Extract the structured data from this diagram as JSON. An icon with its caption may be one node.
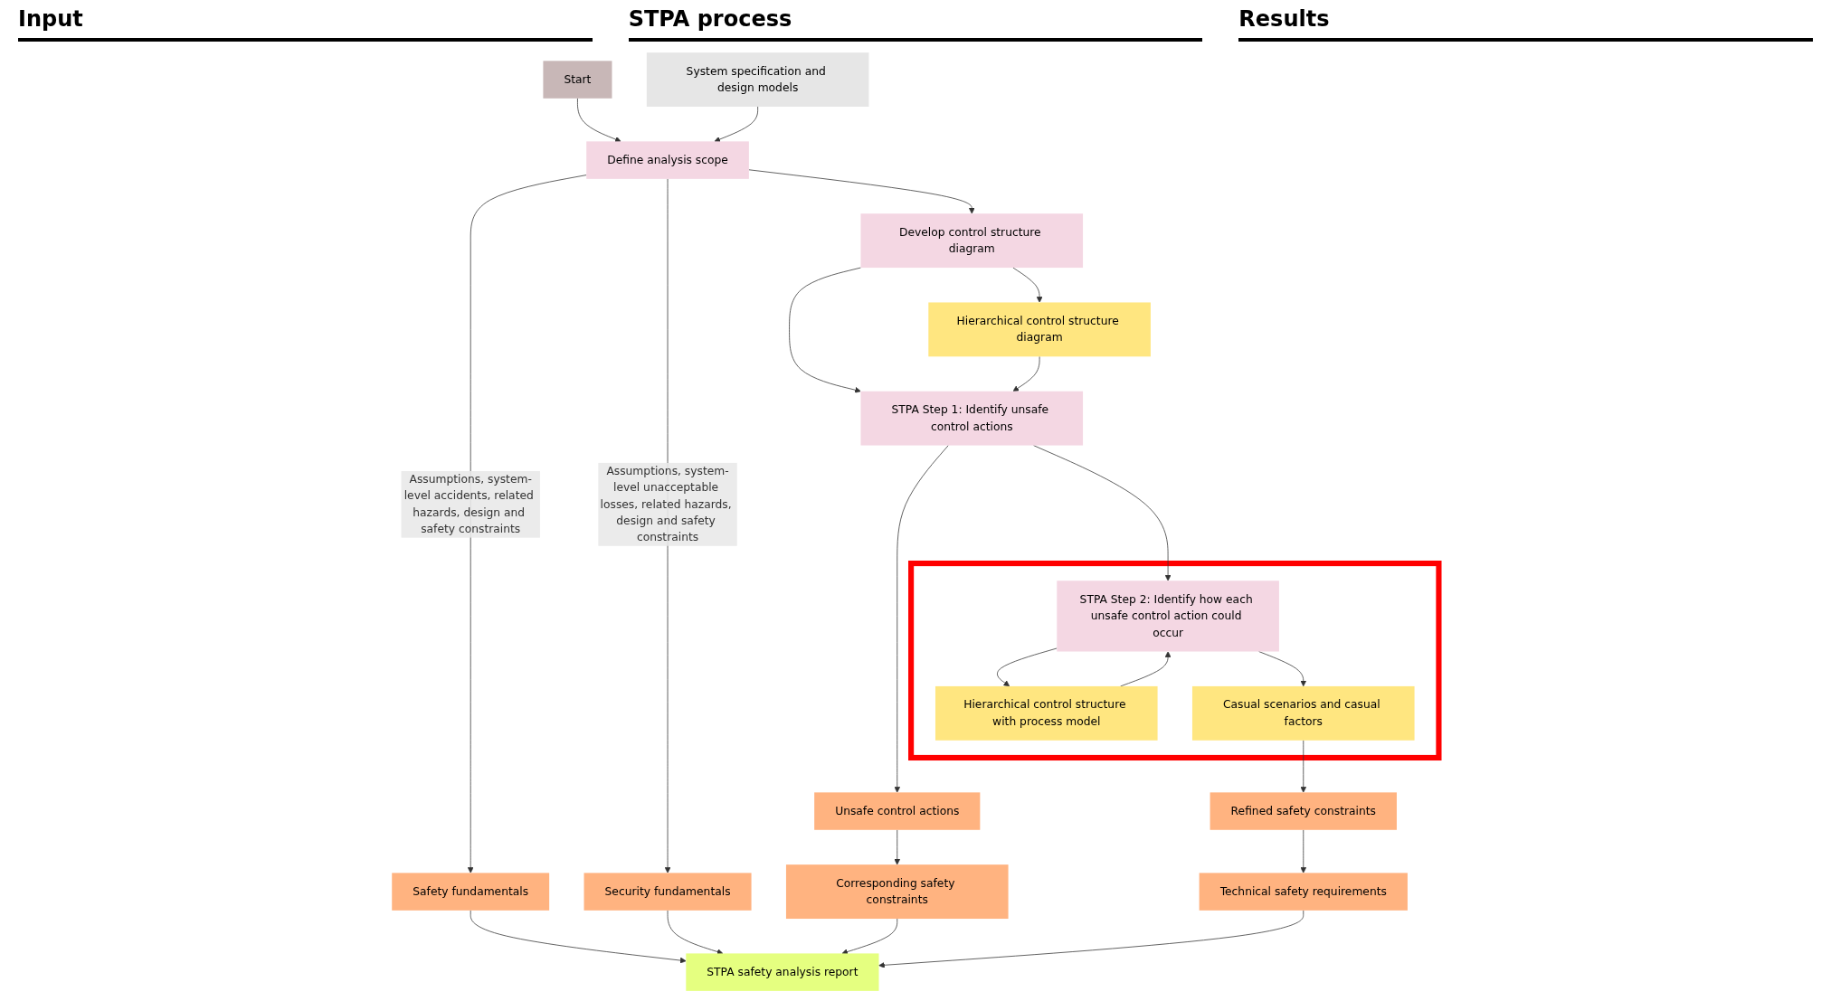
{
  "diagram": {
    "nodes": [
      {
        "text": [
          "Start"
        ]
      },
      {
        "text": [
          "System specification and design models"
        ]
      },
      {
        "text": [
          "Define analysis scope"
        ]
      },
      {
        "text": [
          "Safety fundamentals"
        ]
      },
      {
        "text": [
          "Security fundamentals"
        ]
      },
      {
        "text": [
          "Develop control structure diagram"
        ]
      },
      {
        "text": [
          "Hierarchical control structure diagram"
        ]
      },
      {
        "text": [
          "STPA Step 1: Identify unsafe control actions"
        ]
      },
      {
        "text": [
          "Unsafe control actions"
        ]
      },
      {
        "text": [
          "Corresponding safety constraints"
        ]
      },
      {
        "text": [
          "STPA safety analysis report"
        ]
      },
      {
        "text": [],
        "shape": "box"
      },
      {
        "text": [
          "STPA Step 2: Identify how each unsafe control action could occur"
        ],
        "in": 11
      },
      {
        "text": [
          "Hierarchical control structure with process model"
        ],
        "in": 11
      },
      {
        "text": [
          "Casual scenarios and casual factors"
        ],
        "in": 11
      },
      {
        "text": [
          "Refined safety constraints"
        ]
      },
      {
        "text": [
          "Technical safety requirements"
        ]
      }
    ],
    "edges": [
      {
        "from": 0,
        "to": 2,
        "arrow": "to"
      },
      {
        "from": 1,
        "to": 2,
        "arrow": "to"
      },
      {
        "from": 2,
        "to": 3,
        "arrow": "to",
        "label": "Assumptions, system-level accidents, related hazards, design and safety constraints"
      },
      {
        "from": 2,
        "to": 4,
        "arrow": "to",
        "label": "Assumptions, system-level unacceptable losses, related hazards, design and safety constraints"
      },
      {
        "from": 3,
        "to": 10,
        "arrow": "to"
      },
      {
        "from": 4,
        "to": 10,
        "arrow": "to"
      },
      {
        "from": 2,
        "to": 5,
        "arrow": "to"
      },
      {
        "from": 5,
        "to": 6,
        "arrow": "to"
      },
      {
        "from": 5,
        "to": 7,
        "arrow": "to"
      },
      {
        "from": 6,
        "to": 7,
        "arrow": "to"
      },
      {
        "from": 7,
        "to": 8,
        "arrow": "to"
      },
      {
        "from": 8,
        "to": 9,
        "arrow": "to"
      },
      {
        "from": 9,
        "to": 10,
        "arrow": "to"
      },
      {
        "from": 7,
        "to": 12,
        "arrow": "to"
      },
      {
        "from": 12,
        "to": 13,
        "arrow": "to"
      },
      {
        "from": 13,
        "to": 12,
        "arrow": "to"
      },
      {
        "from": 12,
        "to": 14,
        "arrow": "to"
      },
      {
        "from": 14,
        "to": 15,
        "arrow": "to"
      },
      {
        "from": 15,
        "to": 16,
        "arrow": "to"
      },
      {
        "from": 16,
        "to": 10,
        "arrow": "to"
      }
    ],
    "labels": [
      "Input",
      "STPA process",
      "Results"
    ]
  }
}
